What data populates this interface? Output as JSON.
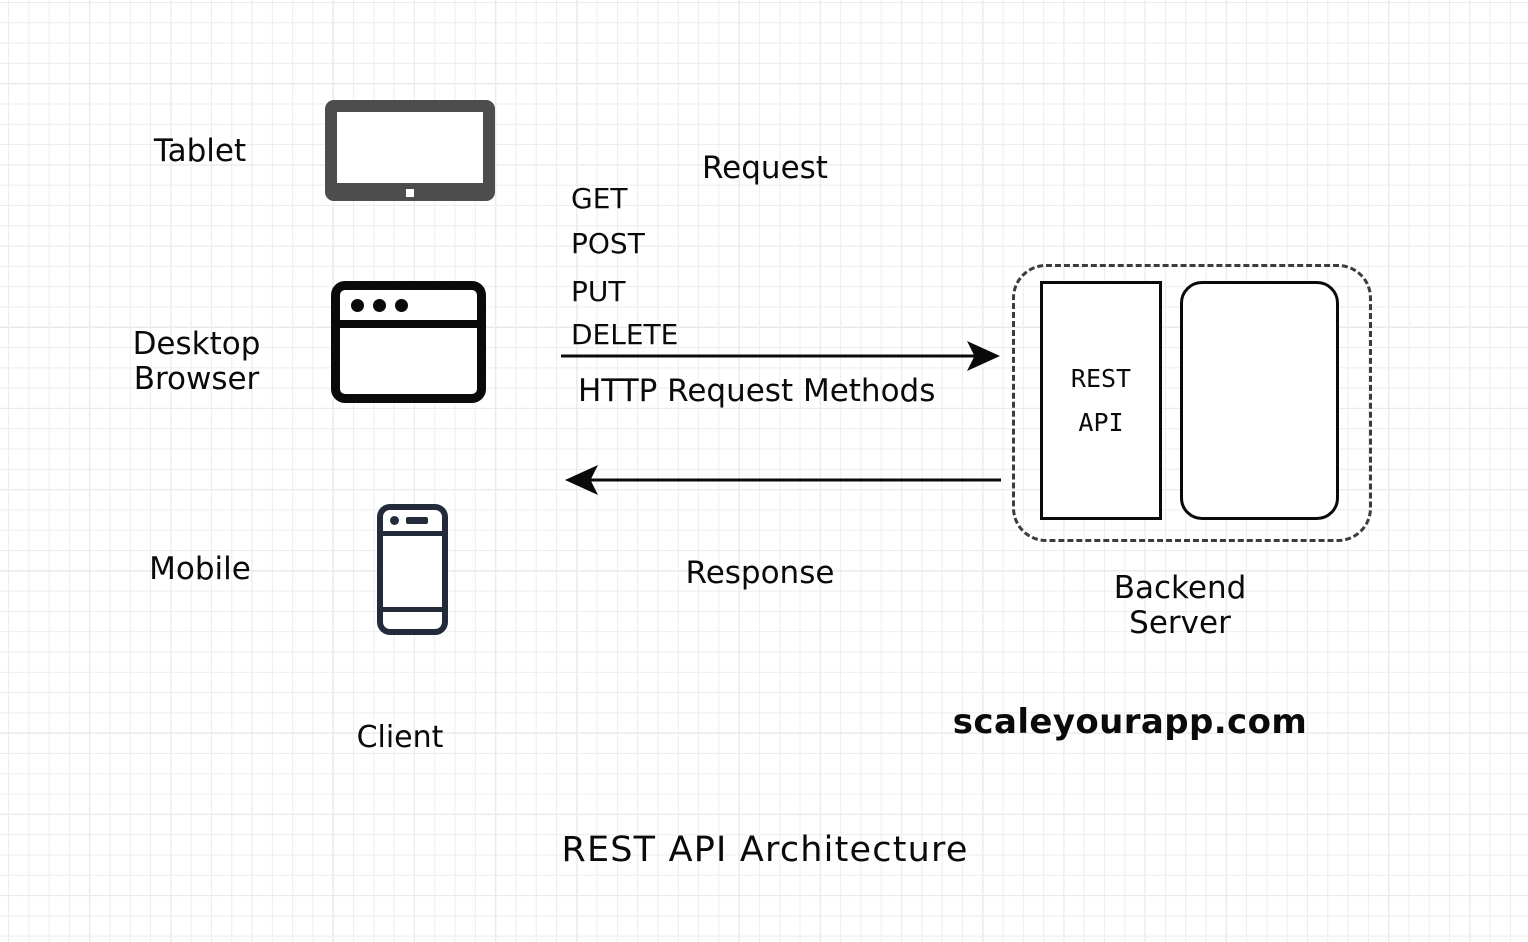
{
  "diagram": {
    "title": "REST API Architecture",
    "brand": "scaleyourapp.com"
  },
  "client": {
    "group_label": "Client",
    "devices": [
      {
        "label": "Tablet",
        "icon": "tablet-icon"
      },
      {
        "label": "Desktop\nBrowser",
        "icon": "browser-window-icon"
      },
      {
        "label": "Mobile",
        "icon": "mobile-phone-icon"
      }
    ]
  },
  "flow": {
    "request_label": "Request",
    "response_label": "Response",
    "http_methods_caption": "HTTP Request Methods",
    "http_methods": [
      "GET",
      "POST",
      "PUT",
      "DELETE"
    ],
    "request_arrow_direction": "right",
    "response_arrow_direction": "left"
  },
  "server": {
    "label": "Backend\nServer",
    "api_box_text": "REST\nAPI"
  },
  "colors": {
    "ink": "#0a0a0a",
    "tablet_frame": "#4d4d4d",
    "mobile_frame": "#232b3a",
    "grid_minor": "#ededed",
    "grid_major": "#c9c9c9",
    "server_dashed_border": "#3c3c3c"
  }
}
